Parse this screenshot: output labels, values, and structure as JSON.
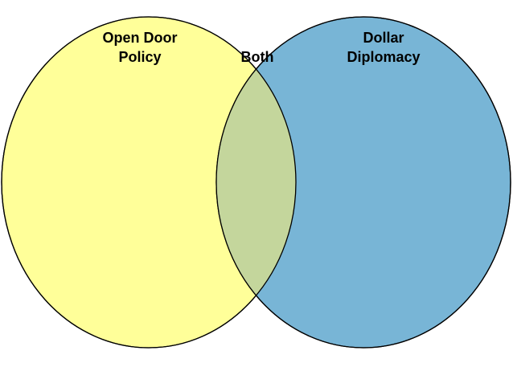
{
  "venn": {
    "left_set": {
      "line1": "Open Door",
      "line2": "Policy",
      "color": "#FFFF99"
    },
    "right_set": {
      "line1": "Dollar",
      "line2": "Diplomacy",
      "color": "#78B5D6"
    },
    "intersection": {
      "label": "Both",
      "color": "#C4D69C"
    },
    "outline_color": "#000000"
  }
}
